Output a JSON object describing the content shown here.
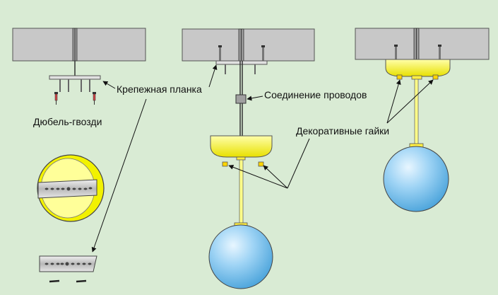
{
  "labels": {
    "mounting_strip": "Крепежная планка",
    "dowel_nails": "Дюбель-гвозди",
    "wire_connection": "Соединение проводов",
    "decorative_nuts": "Декоративные гайки"
  },
  "colors": {
    "background": "#d9ebd4",
    "ceiling": "#c8c8c8",
    "canopy": "#ffff66",
    "nut": "#ffd400",
    "globe": "#9fd4f5",
    "metal": "#d8d8d8",
    "leader_line": "#111111"
  }
}
